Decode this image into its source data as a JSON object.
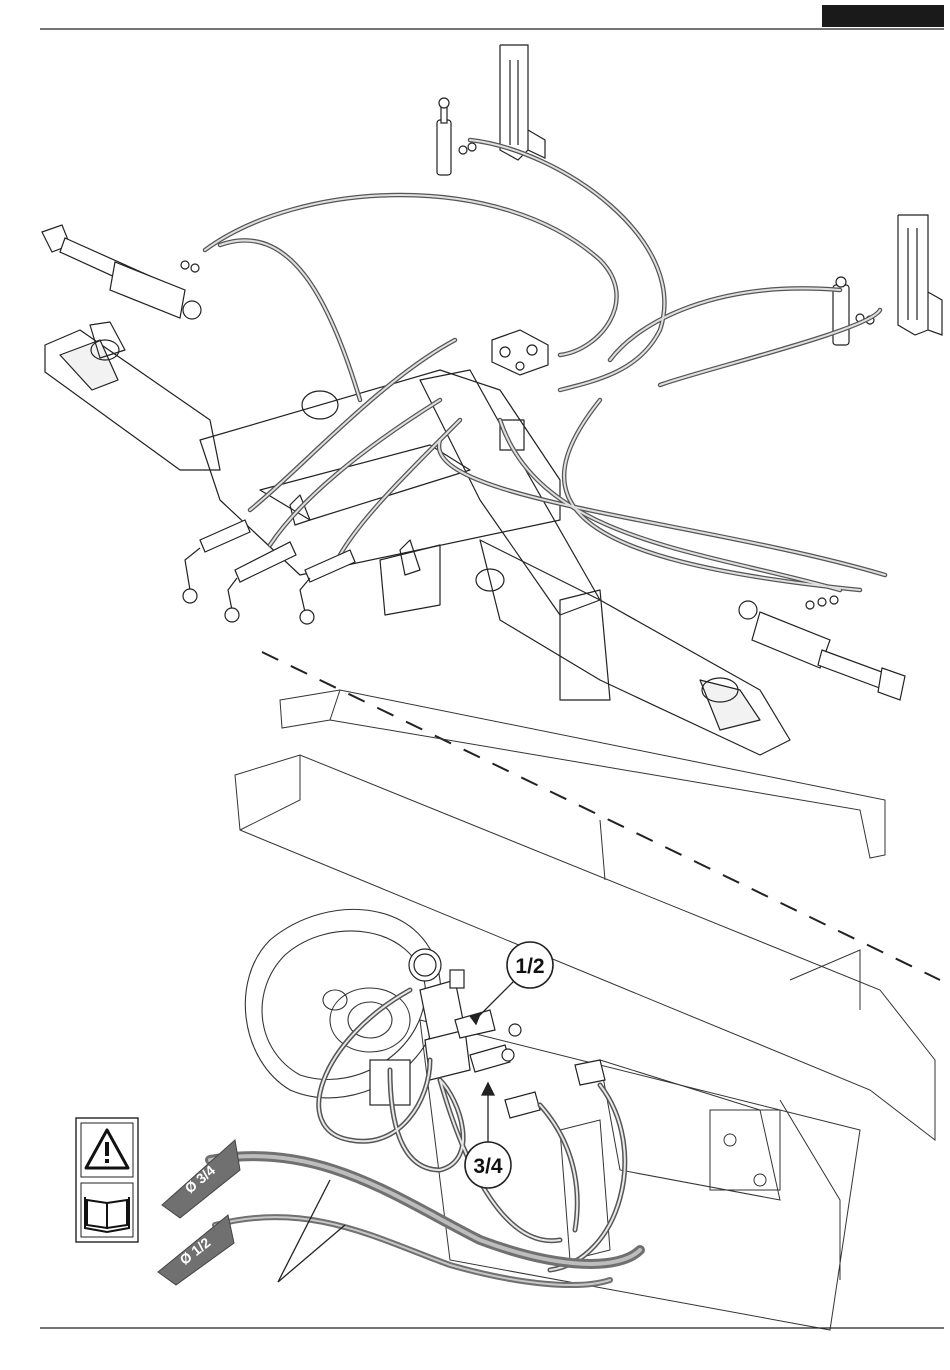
{
  "header": {
    "tab_color": "#1a1a1a"
  },
  "callouts": {
    "upper_fitting": "1/2",
    "lower_fitting": "3/4"
  },
  "hose_tags": {
    "large": "Ø 3/4",
    "small": "Ø 1/2"
  },
  "safety_box": {
    "icons": [
      "warning-triangle-icon",
      "manual-book-icon"
    ]
  },
  "colors": {
    "line": "#222222",
    "hose": "#8a8a8a",
    "tag": "#707070"
  }
}
